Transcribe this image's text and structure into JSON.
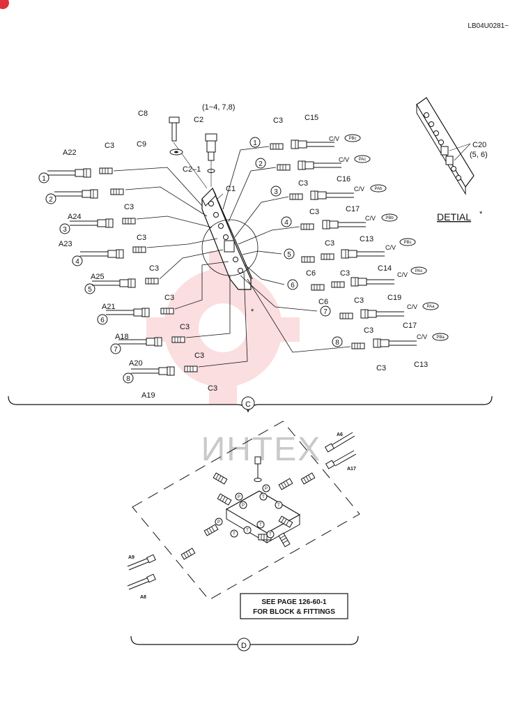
{
  "doc_code": "LB04U0281~",
  "section_c": {
    "id": "C",
    "part_list": {
      "c8": "C8",
      "c9": "C9",
      "c2": "C2",
      "c2_note": "(1~4, 7,8)",
      "c2_1": "C2–1",
      "c1": "C1",
      "c3": "C3",
      "c6": "C6",
      "c20": "C20",
      "c20_note": "(5, 6)",
      "c13": "C13",
      "c14": "C14",
      "c15": "C15",
      "c16": "C16",
      "c17": "C17",
      "c19": "C19",
      "a18": "A18",
      "a19": "A19",
      "a20": "A20",
      "a21": "A21",
      "a22": "A22",
      "a23": "A23",
      "a24": "A24",
      "a25": "A25"
    },
    "check_valve_label": "C/V",
    "ports": [
      "PBc",
      "PAc",
      "PAb",
      "PBb",
      "PBs",
      "PAs",
      "PAa",
      "PBa"
    ],
    "numbers": [
      "1",
      "2",
      "3",
      "4",
      "5",
      "6",
      "7",
      "8"
    ],
    "asterisk": "*",
    "detail_label": "DETIAL",
    "detail_mark": "*"
  },
  "section_d": {
    "id": "D",
    "hose_labels": {
      "a6": "A6",
      "a17": "A17",
      "a9": "A9",
      "a8": "A8"
    },
    "port_p": "P",
    "port_t": "T",
    "note": {
      "line1": "SEE PAGE 126-60-1",
      "line2": "FOR BLOCK & FITTINGS"
    }
  },
  "watermark": {
    "text": "ИНТЕХ",
    "color": "#e8393f"
  }
}
